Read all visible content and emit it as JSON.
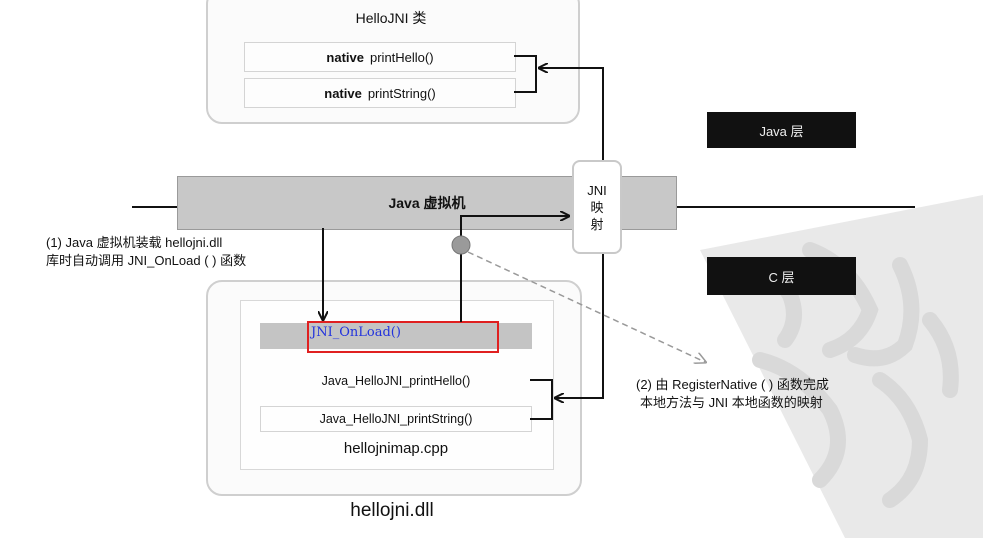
{
  "java_class": {
    "title": "HelloJNI 类",
    "methods": [
      {
        "keyword": "native",
        "name": "printHello()"
      },
      {
        "keyword": "native",
        "name": "printString()"
      }
    ]
  },
  "layers": {
    "java": "Java 层",
    "c": "C 层"
  },
  "vm": {
    "label": "Java 虚拟机"
  },
  "jni_mapping": {
    "line1": "JNI",
    "line2": "映",
    "line3": "射"
  },
  "dll": {
    "onload": "JNI_OnLoad()",
    "functions": [
      "Java_HelloJNI_printHello()",
      "Java_HelloJNI_printString()"
    ],
    "cpp_file": "hellojnimap.cpp",
    "dll_file": "hellojni.dll"
  },
  "notes": {
    "left_line1": "(1) Java 虚拟机装载 hellojni.dll",
    "left_line2": "库时自动调用 JNI_OnLoad ( ) 函数",
    "right_line1": "(2) 由 RegisterNative ( ) 函数完成",
    "right_line2": "本地方法与 JNI 本地函数的映射"
  },
  "colors": {
    "highlight": "#e02020",
    "onload_text": "#2233dd",
    "layer_bg": "#111111",
    "vm_band": "#c8c8c8"
  }
}
